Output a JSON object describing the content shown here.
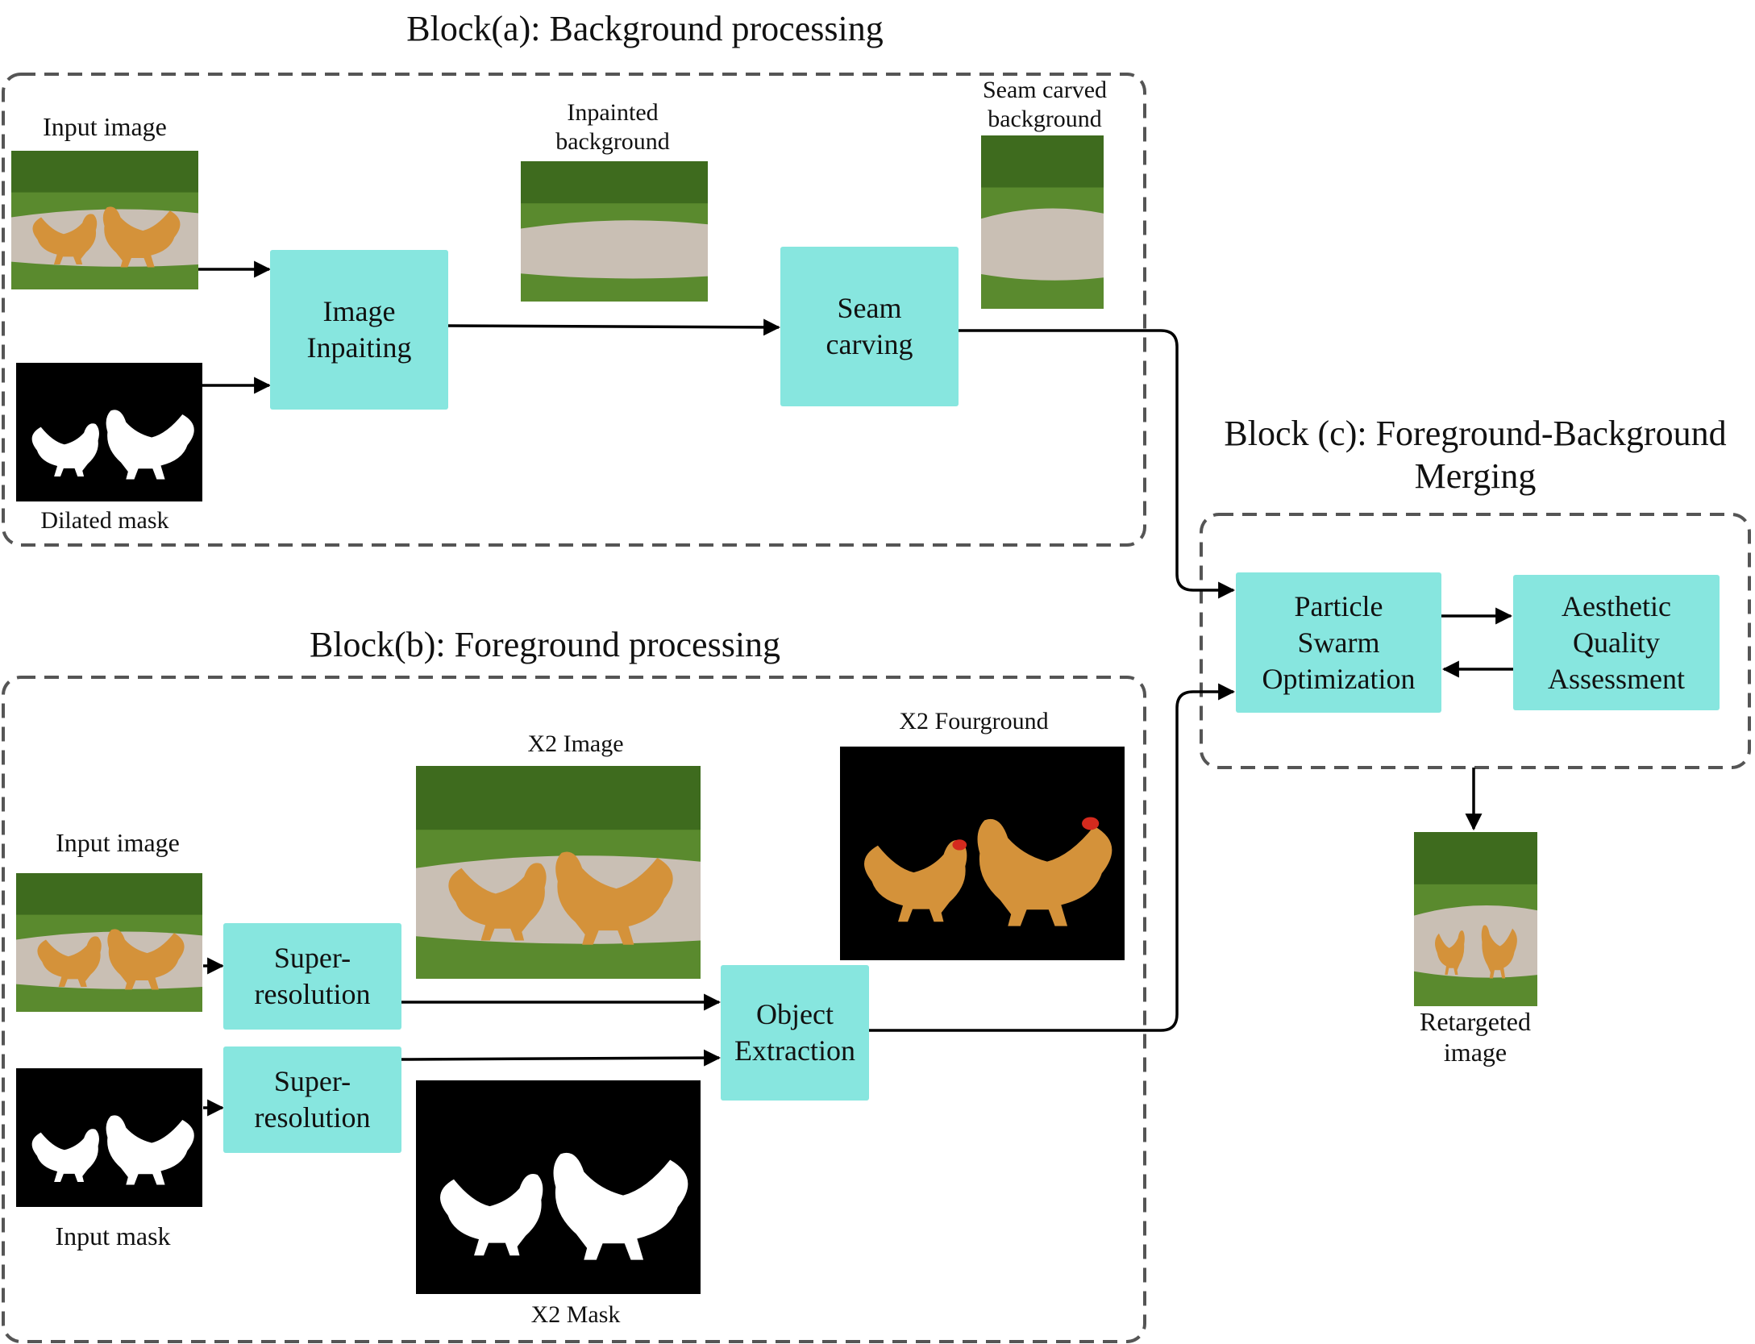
{
  "colors": {
    "process_box": "#87e6df",
    "dashed_border": "#555555",
    "arrow": "#000000",
    "grass": "#5a8a2e",
    "grass_dark": "#3e6b1e",
    "path": "#c9bfb4",
    "chicken": "#d4923a",
    "comb": "#d42a1e",
    "mask_bg": "#000000",
    "mask_fg": "#ffffff"
  },
  "blocks": {
    "a": {
      "title": "Block(a): Background processing"
    },
    "b": {
      "title": "Block(b): Foreground processing"
    },
    "c": {
      "title": "Block (c):  Foreground-Background\nMerging"
    }
  },
  "processes": {
    "inpainting": "Image\nInpaiting",
    "seam_carving": "Seam\ncarving",
    "super_resolution_image": "Super-\nresolution",
    "super_resolution_mask": "Super-\nresolution",
    "object_extraction": "Object\nExtraction",
    "pso": "Particle\nSwarm\nOptimization",
    "aesthetic": "Aesthetic\nQuality\nAssessment"
  },
  "labels": {
    "a_input_image": "Input image",
    "dilated_mask": "Dilated mask",
    "inpainted_background": "Inpainted\nbackground",
    "seam_carved_background": "Seam carved\nbackground",
    "b_input_image": "Input image",
    "input_mask": "Input mask",
    "x2_image": "X2 Image",
    "x2_mask": "X2 Mask",
    "x2_foreground": "X2 Fourground",
    "retargeted_image": "Retargeted\nimage"
  },
  "images": {
    "a_input_image": "chickens-photo",
    "dilated_mask": "chicken-mask",
    "inpainted_background": "background-photo",
    "seam_carved_background": "background-photo",
    "b_input_image": "chickens-photo",
    "input_mask": "chicken-mask",
    "x2_image": "chickens-photo",
    "x2_mask": "chicken-mask",
    "x2_foreground": "chickens-cutout",
    "retargeted_image": "chickens-photo"
  }
}
